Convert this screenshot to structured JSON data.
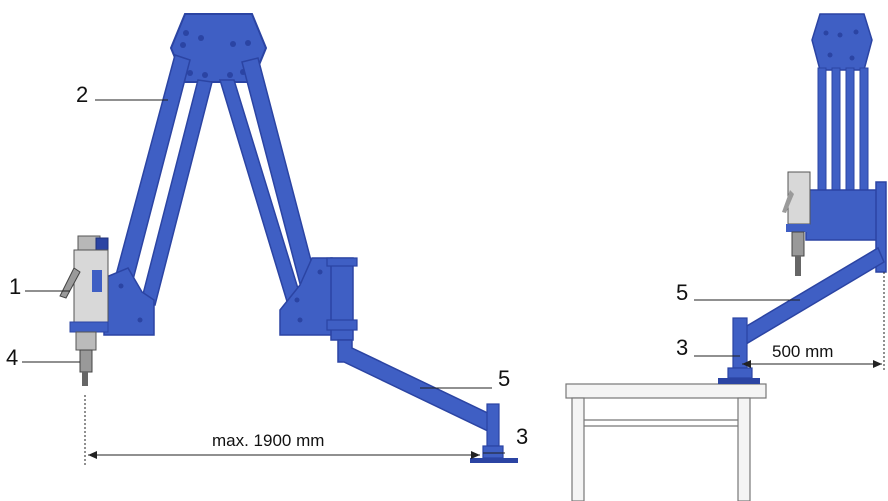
{
  "colors": {
    "arm_blue": "#3f5fc4",
    "arm_dark": "#2b44a3",
    "line": "#222222",
    "table": "#f4f4f4",
    "table_edge": "#777777",
    "tool_grey": "#b8b8b8"
  },
  "labels": {
    "left_1": "1",
    "left_2": "2",
    "left_4": "4",
    "left_5": "5",
    "left_3": "3",
    "right_5": "5",
    "right_3": "3"
  },
  "dimensions": {
    "reach": "max. 1900 mm",
    "offset": "500 mm"
  }
}
